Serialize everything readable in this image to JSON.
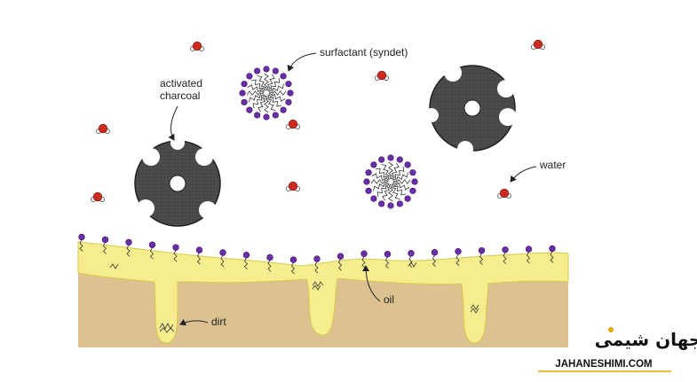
{
  "labels": {
    "activated_charcoal_line1": "activated",
    "activated_charcoal_line2": "charcoal",
    "surfactant": "surfactant (syndet)",
    "water": "water",
    "oil": "oil",
    "dirt": "dirt"
  },
  "logo": {
    "persian": "جهان شیمی",
    "latin": "JAHANESHIMI.COM"
  },
  "colors": {
    "charcoal": "#4a4a4a",
    "oil": "#f6ee8e",
    "soil": "#dcc191",
    "surfactant_head": "#6a2fa8",
    "water_oxygen": "#cf2a1f",
    "logo_accent": "#e8a400"
  }
}
